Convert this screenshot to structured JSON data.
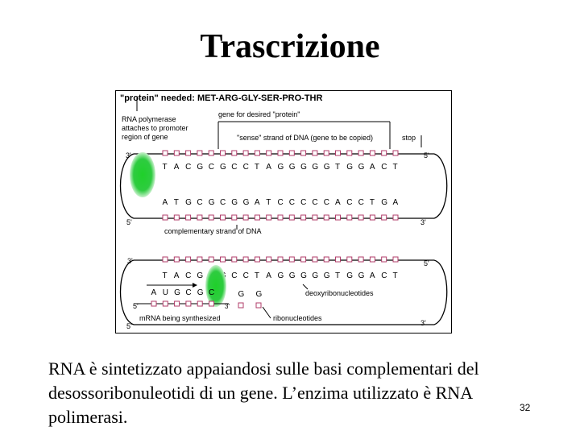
{
  "slide": {
    "title": "Trascrizione",
    "caption": "RNA è sintetizzato appaiandosi sulle basi complementari del desossoribonuleotidi di un gene. L’enzima utilizzato è RNA polimerasi.",
    "page_number": "32"
  },
  "figure": {
    "header": "\"protein\" needed: MET-ARG-GLY-SER-PRO-THR",
    "label_polymerase": [
      "RNA polymerase",
      "attaches to promoter",
      "region of gene"
    ],
    "label_gene": "gene for desired \"protein\"",
    "label_sense": "\"sense\" strand of DNA (gene to be copied)",
    "label_stop": "stop",
    "label_complementary": "complementary strand of DNA",
    "label_deoxy": "deoxyribonucleotides",
    "label_mrna": "mRNA being synthesized",
    "label_ribo": "ribonucleotides",
    "end_3": "3'",
    "end_5": "5'",
    "top_sense_bases": [
      "T",
      "A",
      "C",
      "G",
      "C",
      "G",
      "C",
      "C",
      "T",
      "A",
      "G",
      "G",
      "G",
      "G",
      "G",
      "T",
      "G",
      "G",
      "A",
      "C",
      "T"
    ],
    "top_comp_bases": [
      "A",
      "T",
      "G",
      "C",
      "G",
      "C",
      "G",
      "G",
      "A",
      "T",
      "C",
      "C",
      "C",
      "C",
      "C",
      "A",
      "C",
      "C",
      "T",
      "G",
      "A"
    ],
    "bottom_sense_bases": [
      "T",
      "A",
      "C",
      "G",
      "C",
      "G",
      "C",
      "C",
      "T",
      "A",
      "G",
      "G",
      "G",
      "G",
      "G",
      "T",
      "G",
      "G",
      "A",
      "C",
      "T"
    ],
    "mrna_bases": [
      "A",
      "U",
      "G",
      "C",
      "G",
      "C"
    ],
    "free_ribo_bases": [
      "G",
      "G"
    ],
    "colors": {
      "polymerase": "#2ecc40",
      "strand": "#000000",
      "nucleotide": "#d9a3b6"
    }
  }
}
